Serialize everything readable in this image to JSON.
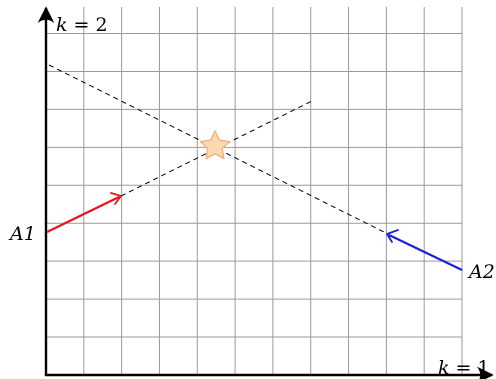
{
  "axes": {
    "y_label": "k = 2",
    "x_label": "k = 1"
  },
  "grid": {
    "columns": 11,
    "rows": 9,
    "color": "#9a9a9a"
  },
  "points": {
    "a1": {
      "label": "A1"
    },
    "a2": {
      "label": "A2"
    }
  },
  "arrows": {
    "a1_color": "#e8141b",
    "a2_color": "#1a20d6"
  },
  "star": {
    "name": "star-icon",
    "fill": "#fcd9b0",
    "stroke": "#f2b27a"
  }
}
